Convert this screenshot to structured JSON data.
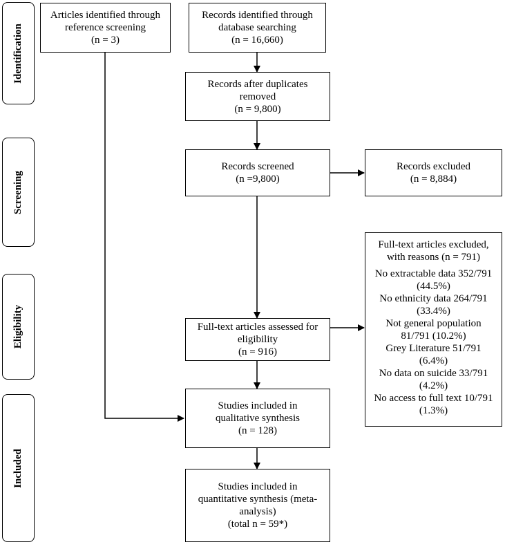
{
  "stages": [
    "Identification",
    "Screening",
    "Eligibility",
    "Included"
  ],
  "boxes": {
    "reference": {
      "line1": "Articles identified through",
      "line2": "reference screening",
      "n": "(n = 3)"
    },
    "database": {
      "line1": "Records identified through",
      "line2": "database searching",
      "n": "(n = 16,660)"
    },
    "duplicates": {
      "line1": "Records after duplicates",
      "line2": "removed",
      "n": "(n = 9,800)"
    },
    "screened": {
      "line1": "Records screened",
      "n": "(n =9,800)"
    },
    "excluded": {
      "line1": "Records excluded",
      "n": "(n = 8,884)"
    },
    "fulltext": {
      "line1": "Full-text articles assessed for",
      "line2": "eligibility",
      "n": "(n = 916)"
    },
    "qualitative": {
      "line1": "Studies included in",
      "line2": "qualitative synthesis",
      "n": "(n = 128)"
    },
    "quantitative": {
      "line1": "Studies included in",
      "line2": "quantitative synthesis (meta-",
      "line3": "analysis)",
      "n": "(total n = 59*)"
    }
  },
  "reasons": {
    "heading1": "Full-text articles excluded,",
    "heading2": "with reasons (n = 791)",
    "items": [
      {
        "l1": "No extractable data 352/791",
        "l2": "(44.5%)"
      },
      {
        "l1": "No ethnicity data 264/791",
        "l2": "(33.4%)"
      },
      {
        "l1": "Not general population",
        "l2": "81/791 (10.2%)"
      },
      {
        "l1": "Grey Literature 51/791",
        "l2": "(6.4%)"
      },
      {
        "l1": "No data on suicide 33/791",
        "l2": "(4.2%)"
      },
      {
        "l1": "No access to full text 10/791",
        "l2": "(1.3%)"
      }
    ]
  }
}
